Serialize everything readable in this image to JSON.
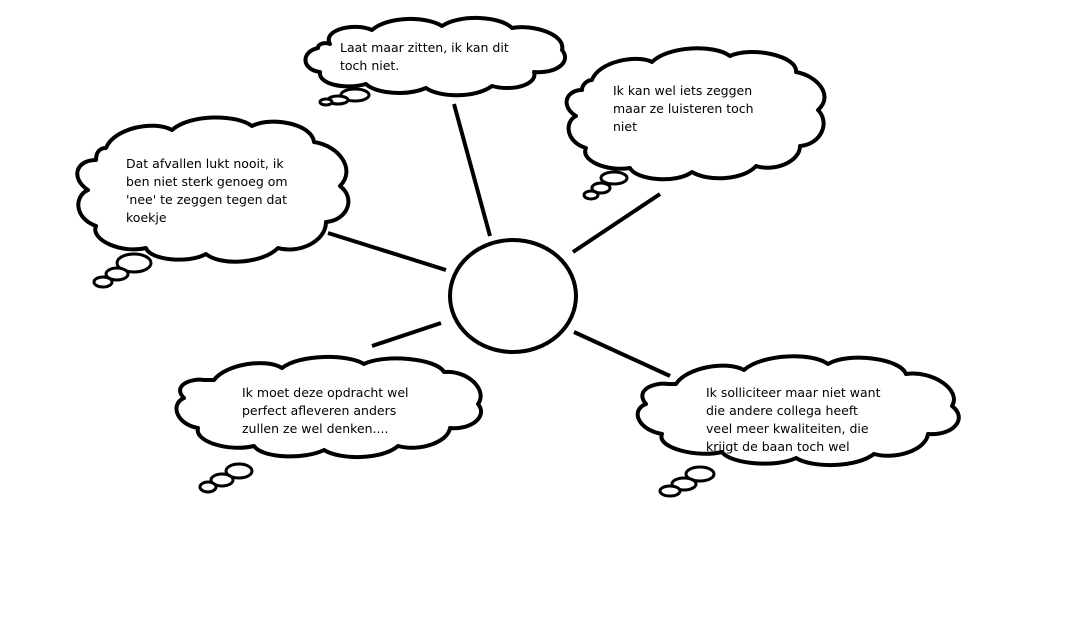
{
  "diagram": {
    "thoughts": [
      {
        "id": "top",
        "lines": [
          "Laat maar zitten, ik kan dit",
          "toch niet."
        ]
      },
      {
        "id": "top-right",
        "lines": [
          "Ik kan wel iets zeggen",
          "maar ze luisteren toch",
          "niet"
        ]
      },
      {
        "id": "left",
        "lines": [
          "Dat afvallen lukt nooit, ik",
          "ben niet sterk genoeg om",
          "'nee' te zeggen tegen dat",
          "koekje"
        ]
      },
      {
        "id": "bottom-left",
        "lines": [
          "Ik moet deze opdracht wel",
          "perfect afleveren anders",
          "zullen ze wel denken...."
        ]
      },
      {
        "id": "bottom-right",
        "lines": [
          "Ik solliciteer maar niet want",
          "die andere collega heeft",
          "veel meer kwaliteiten, die",
          "krijgt de baan toch wel"
        ]
      }
    ]
  }
}
